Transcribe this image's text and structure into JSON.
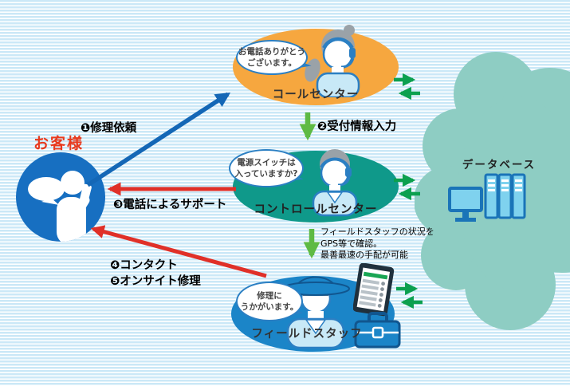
{
  "customer": {
    "label": "お客様"
  },
  "nodes": {
    "call_center": {
      "label": "コールセンター",
      "bubble_line1": "お電話ありがとう",
      "bubble_line2": "ございます。"
    },
    "control_center": {
      "label": "コントロールセンター",
      "bubble_line1": "電源スイッチは",
      "bubble_line2": "入っていますか?"
    },
    "field_staff": {
      "label": "フィールドスタッフ",
      "bubble_line1": "修理に",
      "bubble_line2": "うかがいます。"
    },
    "database": {
      "label": "データベース"
    }
  },
  "flows": {
    "step1": "❶修理依頼",
    "step2": "❷受付情報入力",
    "step3": "❸電話によるサポート",
    "step4": "❹コンタクト",
    "step5": "❺オンサイト修理"
  },
  "note": {
    "line1": "フィールドスタッフの状況を",
    "line2": "GPS等で確認。",
    "line3": "最善最速の手配が可能"
  },
  "colors": {
    "stripe_blue": "#cbe8f7",
    "call_center_orange": "#f6a73f",
    "control_center_teal": "#0f998a",
    "field_staff_blue": "#1b85c8",
    "cloud_teal": "#8ecdc3",
    "customer_blue": "#176fc1",
    "arrow_blue": "#1467b6",
    "arrow_red": "#e03028",
    "arrow_green_pair": "#0ca04f",
    "arrow_green_down": "#5eba44",
    "customer_label_red": "#e8391d",
    "outline_blue": "#2b7fc3"
  }
}
